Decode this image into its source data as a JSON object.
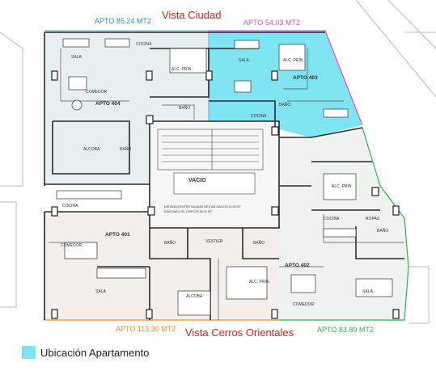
{
  "views": {
    "top": "Vista Ciudad",
    "bottom": "Vista Cerros Orientales"
  },
  "apartments": {
    "apto404": {
      "name": "APTO 404",
      "area": "APTO  85.24 MT2",
      "color": "#2a8fc0"
    },
    "apto403": {
      "name": "APTO 403",
      "area": "APTO  54.03 MT2",
      "color": "#e04fd0"
    },
    "apto401": {
      "name": "APTO 401",
      "area": "APTO  113.30 MT2",
      "color": "#f08a2a"
    },
    "apto402": {
      "name": "APTO 402",
      "area": "APTO  83.89 MT2",
      "color": "#2ab34a"
    }
  },
  "highlight_color": "#7fe4f2",
  "rooms": {
    "sala": "SALA",
    "cocina": "COCINA",
    "comedor": "COMEDOR",
    "alc_prin": "ALC. PRIN.",
    "bano": "BAÑO",
    "alcoba": "ALCOBA",
    "ropas": "ROPAS",
    "vestier": "VESTIER",
    "vacio": "VACIO"
  },
  "core_note": {
    "line1": "DISTANCIA ENTRE SALIDAS DE EVACUACION  15.30 MT",
    "line2": "DIAGONAL DEL EDIFICIO  38.90 MT"
  },
  "legend": {
    "label": "Ubicación Apartamento"
  }
}
